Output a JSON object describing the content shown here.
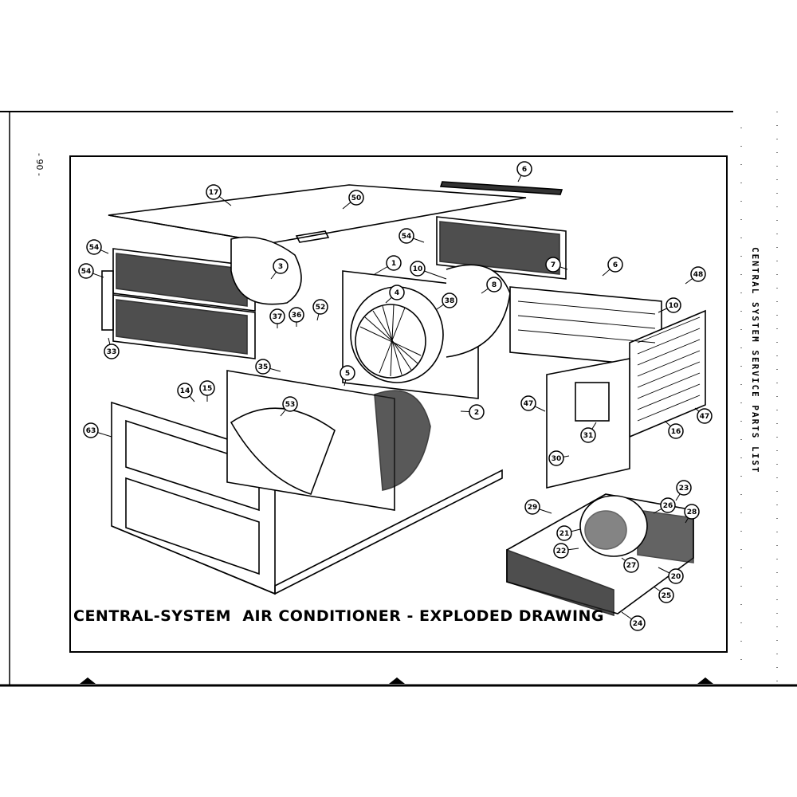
{
  "page": {
    "page_number": "- 90 -",
    "side_title": "CENTRAL SYSTEM SERVICE PARTS LIST",
    "caption": "CENTRAL-SYSTEM  AIR CONDITIONER - EXPLODED DRAWING"
  },
  "callouts": [
    {
      "id": "c-17",
      "label": "17"
    },
    {
      "id": "c-50",
      "label": "50"
    },
    {
      "id": "c-6a",
      "label": "6"
    },
    {
      "id": "c-54a",
      "label": "54"
    },
    {
      "id": "c-54b",
      "label": "54"
    },
    {
      "id": "c-54c",
      "label": "54"
    },
    {
      "id": "c-3",
      "label": "3"
    },
    {
      "id": "c-1",
      "label": "1"
    },
    {
      "id": "c-10a",
      "label": "10"
    },
    {
      "id": "c-7",
      "label": "7"
    },
    {
      "id": "c-6b",
      "label": "6"
    },
    {
      "id": "c-48",
      "label": "48"
    },
    {
      "id": "c-4",
      "label": "4"
    },
    {
      "id": "c-8",
      "label": "8"
    },
    {
      "id": "c-38",
      "label": "38"
    },
    {
      "id": "c-10b",
      "label": "10"
    },
    {
      "id": "c-37",
      "label": "37"
    },
    {
      "id": "c-36",
      "label": "36"
    },
    {
      "id": "c-52",
      "label": "52"
    },
    {
      "id": "c-33",
      "label": "33"
    },
    {
      "id": "c-35",
      "label": "35"
    },
    {
      "id": "c-5",
      "label": "5"
    },
    {
      "id": "c-14",
      "label": "14"
    },
    {
      "id": "c-15",
      "label": "15"
    },
    {
      "id": "c-53",
      "label": "53"
    },
    {
      "id": "c-2",
      "label": "2"
    },
    {
      "id": "c-47a",
      "label": "47"
    },
    {
      "id": "c-47b",
      "label": "47"
    },
    {
      "id": "c-16",
      "label": "16"
    },
    {
      "id": "c-31",
      "label": "31"
    },
    {
      "id": "c-63",
      "label": "63"
    },
    {
      "id": "c-30",
      "label": "30"
    },
    {
      "id": "c-29",
      "label": "29"
    },
    {
      "id": "c-23",
      "label": "23"
    },
    {
      "id": "c-26a",
      "label": "26"
    },
    {
      "id": "c-28",
      "label": "28"
    },
    {
      "id": "c-21",
      "label": "21"
    },
    {
      "id": "c-22",
      "label": "22"
    },
    {
      "id": "c-27",
      "label": "27"
    },
    {
      "id": "c-20",
      "label": "20"
    },
    {
      "id": "c-25",
      "label": "25"
    },
    {
      "id": "c-24",
      "label": "24"
    }
  ]
}
